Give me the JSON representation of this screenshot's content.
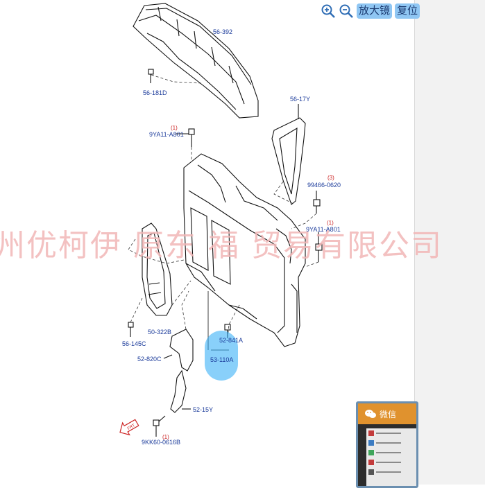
{
  "toolbar": {
    "zoom_in_icon": "zoom-in-icon",
    "zoom_out_icon": "zoom-out-icon",
    "magnifier_label": "放大镜",
    "reset_label": "复位"
  },
  "diagram": {
    "parts": [
      {
        "id": "56-392"
      },
      {
        "id": "56-181D"
      },
      {
        "id": "56-17Y"
      },
      {
        "id": "9YA11-A801",
        "qty": "(1)"
      },
      {
        "id": "99466-0620",
        "qty": "(3)"
      },
      {
        "id": "9YA11-A801",
        "qty": "(1)"
      },
      {
        "id": "50-322B"
      },
      {
        "id": "56-145C"
      },
      {
        "id": "52-841A"
      },
      {
        "id": "53-110A"
      },
      {
        "id": "52-820C"
      },
      {
        "id": "52-15Y"
      },
      {
        "id": "9KK60-0616B",
        "qty": "(1)"
      }
    ],
    "highlighted_part": "53-110A"
  },
  "watermark": "州优柯伊 原东 福 贸易有限公司",
  "wechat": {
    "title": "微信",
    "icon": "wechat-icon"
  },
  "colors": {
    "label_blue": "#1a3a9a",
    "qty_red": "#cc2222",
    "highlight": "#28aaf5",
    "toolbar_button": "#8fc6f3"
  }
}
